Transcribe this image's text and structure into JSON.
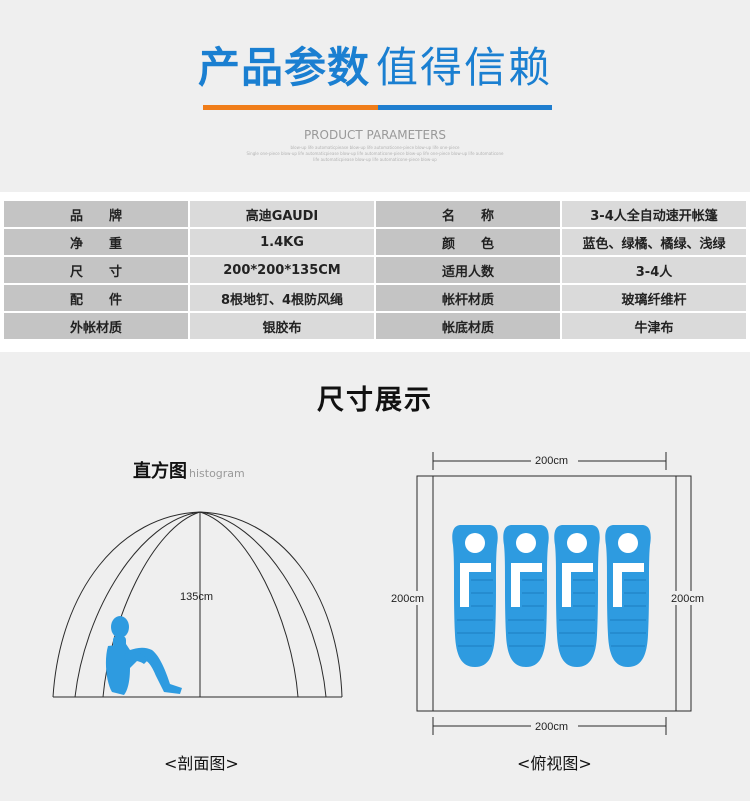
{
  "header": {
    "title_bold": "产品参数",
    "title_light": "值得信赖",
    "subtitle": "PRODUCT PARAMETERS",
    "tiny_lines": [
      "blow-up life automaticpiease blow-up life automaticone-piece blow-up life one-piece",
      "Single one-piece blow-up life automaticpiease blow-up life automaticone-piece blow-up life one-piece blow-up life automaticone",
      "life automaticpiease blow-up life automaticone-piece blow-up"
    ]
  },
  "params": {
    "rows": [
      {
        "k1": "品　　牌",
        "v1": "高迪GAUDI",
        "k2": "名　　称",
        "v2": "3-4人全自动速开帐篷"
      },
      {
        "k1": "净　　重",
        "v1": "1.4KG",
        "k2": "颜　　色",
        "v2": "蓝色、绿橘、橘绿、浅绿"
      },
      {
        "k1": "尺　　寸",
        "v1": "200*200*135CM",
        "k2": "适用人数",
        "v2": "3-4人"
      },
      {
        "k1": "配　　件",
        "v1": "8根地钉、4根防风绳",
        "k2": "帐杆材质",
        "v2": "玻璃纤维杆"
      },
      {
        "k1": "外帐材质",
        "v1": "银胶布",
        "k2": "帐底材质",
        "v2": "牛津布"
      }
    ]
  },
  "size": {
    "title": "尺寸展示",
    "histogram_label": "直方图",
    "histogram_sub": "histogram",
    "height_label": "135cm",
    "top_label": "200cm",
    "bottom_label": "200cm",
    "left_label": "200cm",
    "right_label": "200cm",
    "caption_left": "<剖面图>",
    "caption_right": "<俯视图>"
  },
  "colors": {
    "blue": "#1a7fd1",
    "orange": "#f07d19",
    "figure_blue": "#2e9be0",
    "line_dark": "#2a2a2a"
  }
}
